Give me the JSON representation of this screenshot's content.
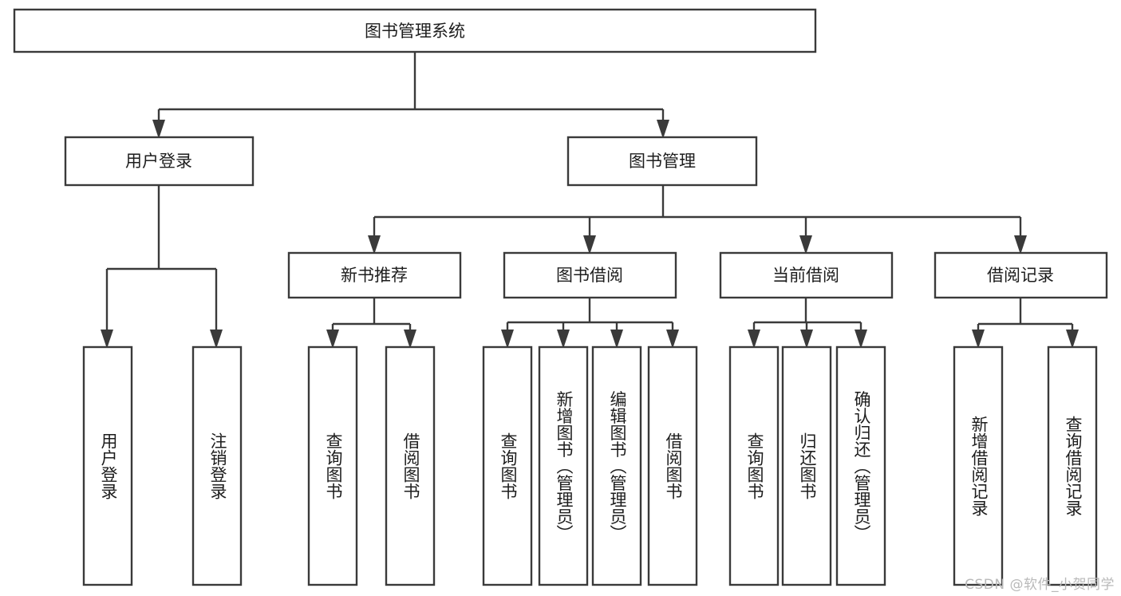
{
  "diagram": {
    "title": "图书管理系统",
    "watermark": "CSDN @软件_小贺同学",
    "orientation": "top-down-tree",
    "box_fill": "#ffffff",
    "box_stroke": "#3a3a3a",
    "text_color": "#1d1d1d",
    "watermark_color": "#b9b9b9",
    "levels": {
      "root": {
        "label": "图书管理系统"
      },
      "level2": [
        {
          "id": "user-login",
          "label": "用户登录"
        },
        {
          "id": "book-management",
          "label": "图书管理"
        }
      ],
      "level3": [
        {
          "id": "new-book-recommend",
          "label": "新书推荐",
          "parent": "book-management"
        },
        {
          "id": "book-borrow",
          "label": "图书借阅",
          "parent": "book-management"
        },
        {
          "id": "current-borrow",
          "label": "当前借阅",
          "parent": "book-management"
        },
        {
          "id": "borrow-record",
          "label": "借阅记录",
          "parent": "book-management"
        }
      ],
      "leaves": [
        {
          "id": "leaf-user-login",
          "label": "用户登录",
          "parent": "user-login"
        },
        {
          "id": "leaf-logout-login",
          "label": "注销登录",
          "parent": "user-login"
        },
        {
          "id": "leaf-query-book-1",
          "label": "查询图书",
          "parent": "new-book-recommend"
        },
        {
          "id": "leaf-borrow-book-1",
          "label": "借阅图书",
          "parent": "new-book-recommend"
        },
        {
          "id": "leaf-query-book-2",
          "label": "查询图书",
          "parent": "book-borrow"
        },
        {
          "id": "leaf-add-book",
          "label": "新增图书（管理员）",
          "parent": "book-borrow"
        },
        {
          "id": "leaf-edit-book",
          "label": "编辑图书（管理员）",
          "parent": "book-borrow"
        },
        {
          "id": "leaf-borrow-book-2",
          "label": "借阅图书",
          "parent": "book-borrow"
        },
        {
          "id": "leaf-query-book-3",
          "label": "查询图书",
          "parent": "current-borrow"
        },
        {
          "id": "leaf-return-book",
          "label": "归还图书",
          "parent": "current-borrow"
        },
        {
          "id": "leaf-confirm-return",
          "label": "确认归还（管理员）",
          "parent": "current-borrow"
        },
        {
          "id": "leaf-add-record",
          "label": "新增借阅记录",
          "parent": "borrow-record"
        },
        {
          "id": "leaf-query-record",
          "label": "查询借阅记录",
          "parent": "borrow-record"
        }
      ]
    }
  }
}
